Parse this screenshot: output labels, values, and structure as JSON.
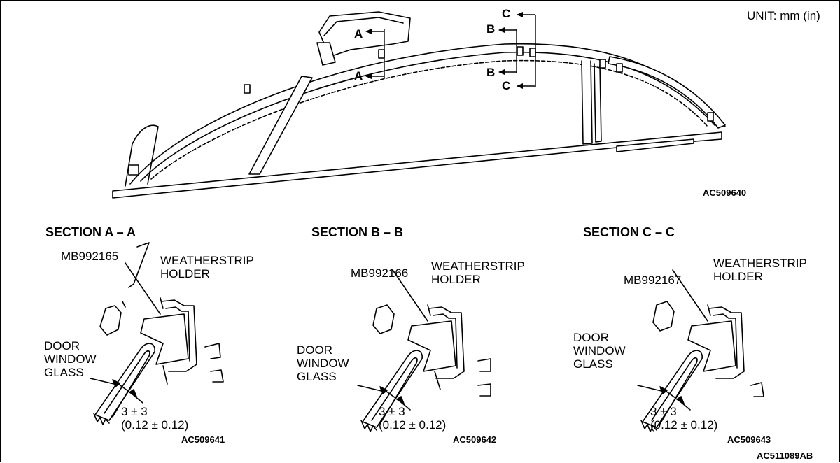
{
  "unit_label": "UNIT: mm (in)",
  "overview": {
    "code": "AC509640",
    "markers": [
      "A",
      "A",
      "B",
      "B",
      "C",
      "C"
    ]
  },
  "sections": [
    {
      "title": "SECTION A – A",
      "tool": "MB992165",
      "holder_label": "WEATHERSTRIP\nHOLDER",
      "glass_label": "DOOR\nWINDOW\nGLASS",
      "dim_mm": "3 ± 3",
      "dim_in": "(0.12 ± 0.12)",
      "code": "AC509641"
    },
    {
      "title": "SECTION B – B",
      "tool": "MB992166",
      "holder_label": "WEATHERSTRIP\nHOLDER",
      "glass_label": "DOOR\nWINDOW\nGLASS",
      "dim_mm": "3 ± 3",
      "dim_in": "(0.12 ± 0.12)",
      "code": "AC509642"
    },
    {
      "title": "SECTION C – C",
      "tool": "MB992167",
      "holder_label": "WEATHERSTRIP\nHOLDER",
      "glass_label": "DOOR\nWINDOW\nGLASS",
      "dim_mm": "3 ± 3",
      "dim_in": "(0.12 ± 0.12)",
      "code": "AC509643"
    }
  ],
  "figure_code": "AC511089AB"
}
